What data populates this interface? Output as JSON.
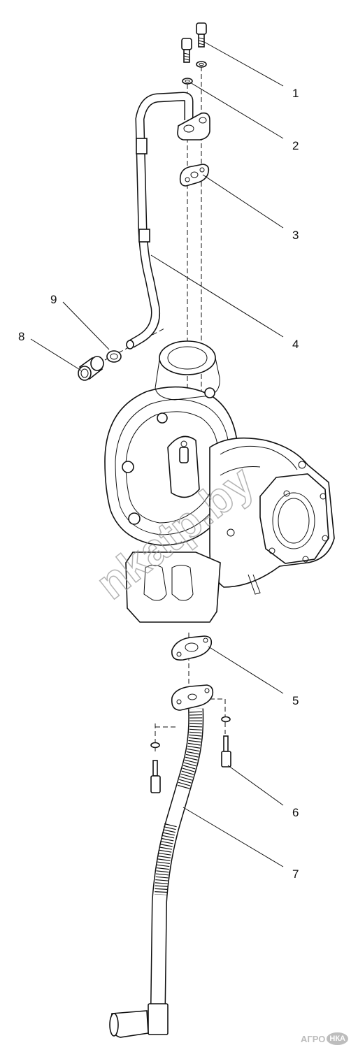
{
  "callouts": [
    {
      "num": "1",
      "part": "bolt"
    },
    {
      "num": "2",
      "part": "washer"
    },
    {
      "num": "3",
      "part": "gasket-upper"
    },
    {
      "num": "4",
      "part": "oil-supply-pipe"
    },
    {
      "num": "5",
      "part": "gasket-lower"
    },
    {
      "num": "6",
      "part": "stud-bolt"
    },
    {
      "num": "7",
      "part": "oil-drain-pipe"
    },
    {
      "num": "8",
      "part": "union-fitting"
    },
    {
      "num": "9",
      "part": "sealing-ring"
    }
  ],
  "watermark": "nkatp.by",
  "logo": {
    "left": "АГРО",
    "badge": "НКА"
  },
  "colors": {
    "line": "#111111",
    "watermark": "#9a9a9a",
    "logo": "#bdbdbd"
  }
}
